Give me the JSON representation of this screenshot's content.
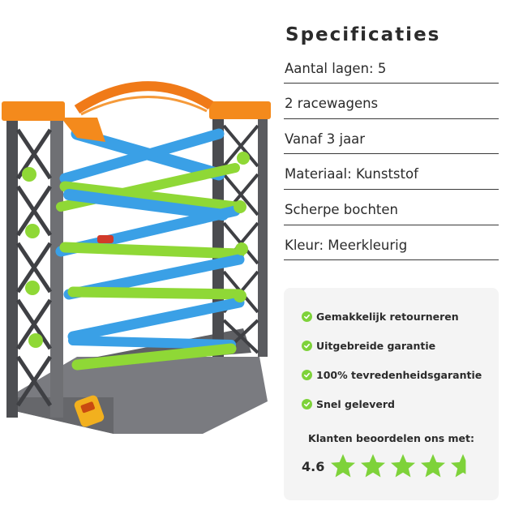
{
  "product": {
    "image_icon": "race-track-tower-illustration"
  },
  "specs": {
    "title": "Specificaties",
    "items": [
      "Aantal lagen: 5",
      "2 racewagens",
      "Vanaf 3 jaar",
      "Materiaal: Kunststof",
      "Scherpe bochten",
      "Kleur: Meerkleurig"
    ]
  },
  "usps": {
    "items": [
      "Gemakkelijk retourneren",
      "Uitgebreide garantie",
      "100% tevredenheidsgarantie",
      "Snel geleverd"
    ],
    "check_icon": "check-circle-icon",
    "check_color": "#7ed23a"
  },
  "rating": {
    "label": "Klanten beoordelen ons met:",
    "score": "4.6",
    "score_value": 4.6,
    "max": 5,
    "star_color": "#7ed23a"
  }
}
